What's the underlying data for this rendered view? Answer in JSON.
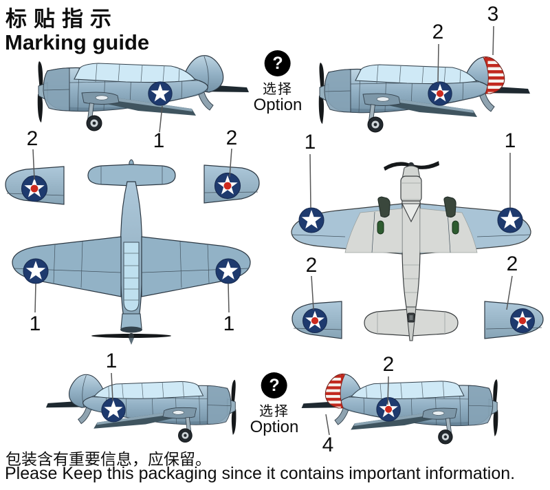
{
  "title": {
    "zh": "标贴指示",
    "en": "Marking guide"
  },
  "option_top": {
    "icon_glyph": "?",
    "label_zh": "选择",
    "label_en": "Option"
  },
  "option_bottom": {
    "icon_glyph": "?",
    "label_zh": "选择",
    "label_en": "Option"
  },
  "callouts": {
    "top_left_fuselage": "1",
    "top_right_fuselage": "2",
    "top_right_rudder": "3",
    "mid_left_wingtip_left": "2",
    "mid_left_wingtip_right": "2",
    "mid_left_wing_left": "1",
    "mid_left_wing_right": "1",
    "mid_right_wing_left": "1",
    "mid_right_wing_right": "1",
    "mid_right_wingtip_left": "2",
    "mid_right_wingtip_right": "2",
    "bottom_left_fuselage": "1",
    "bottom_right_fuselage": "2",
    "bottom_right_rudder": "4"
  },
  "footer": {
    "zh": "包装含有重要信息，应保留。",
    "en": "Please Keep this packaging since it contains important information."
  },
  "colors": {
    "insignia_blue": "#1E3A6E",
    "insignia_red": "#CD2A1E",
    "rudder_stripe_red": "#C2291E",
    "airframe_blue": "#93B1C5",
    "airframe_grey": "#D7D9D6",
    "wingtip_blue": "#A9C4D6",
    "bomb_green": "#2E5C30",
    "background": "#FFFFFF"
  }
}
